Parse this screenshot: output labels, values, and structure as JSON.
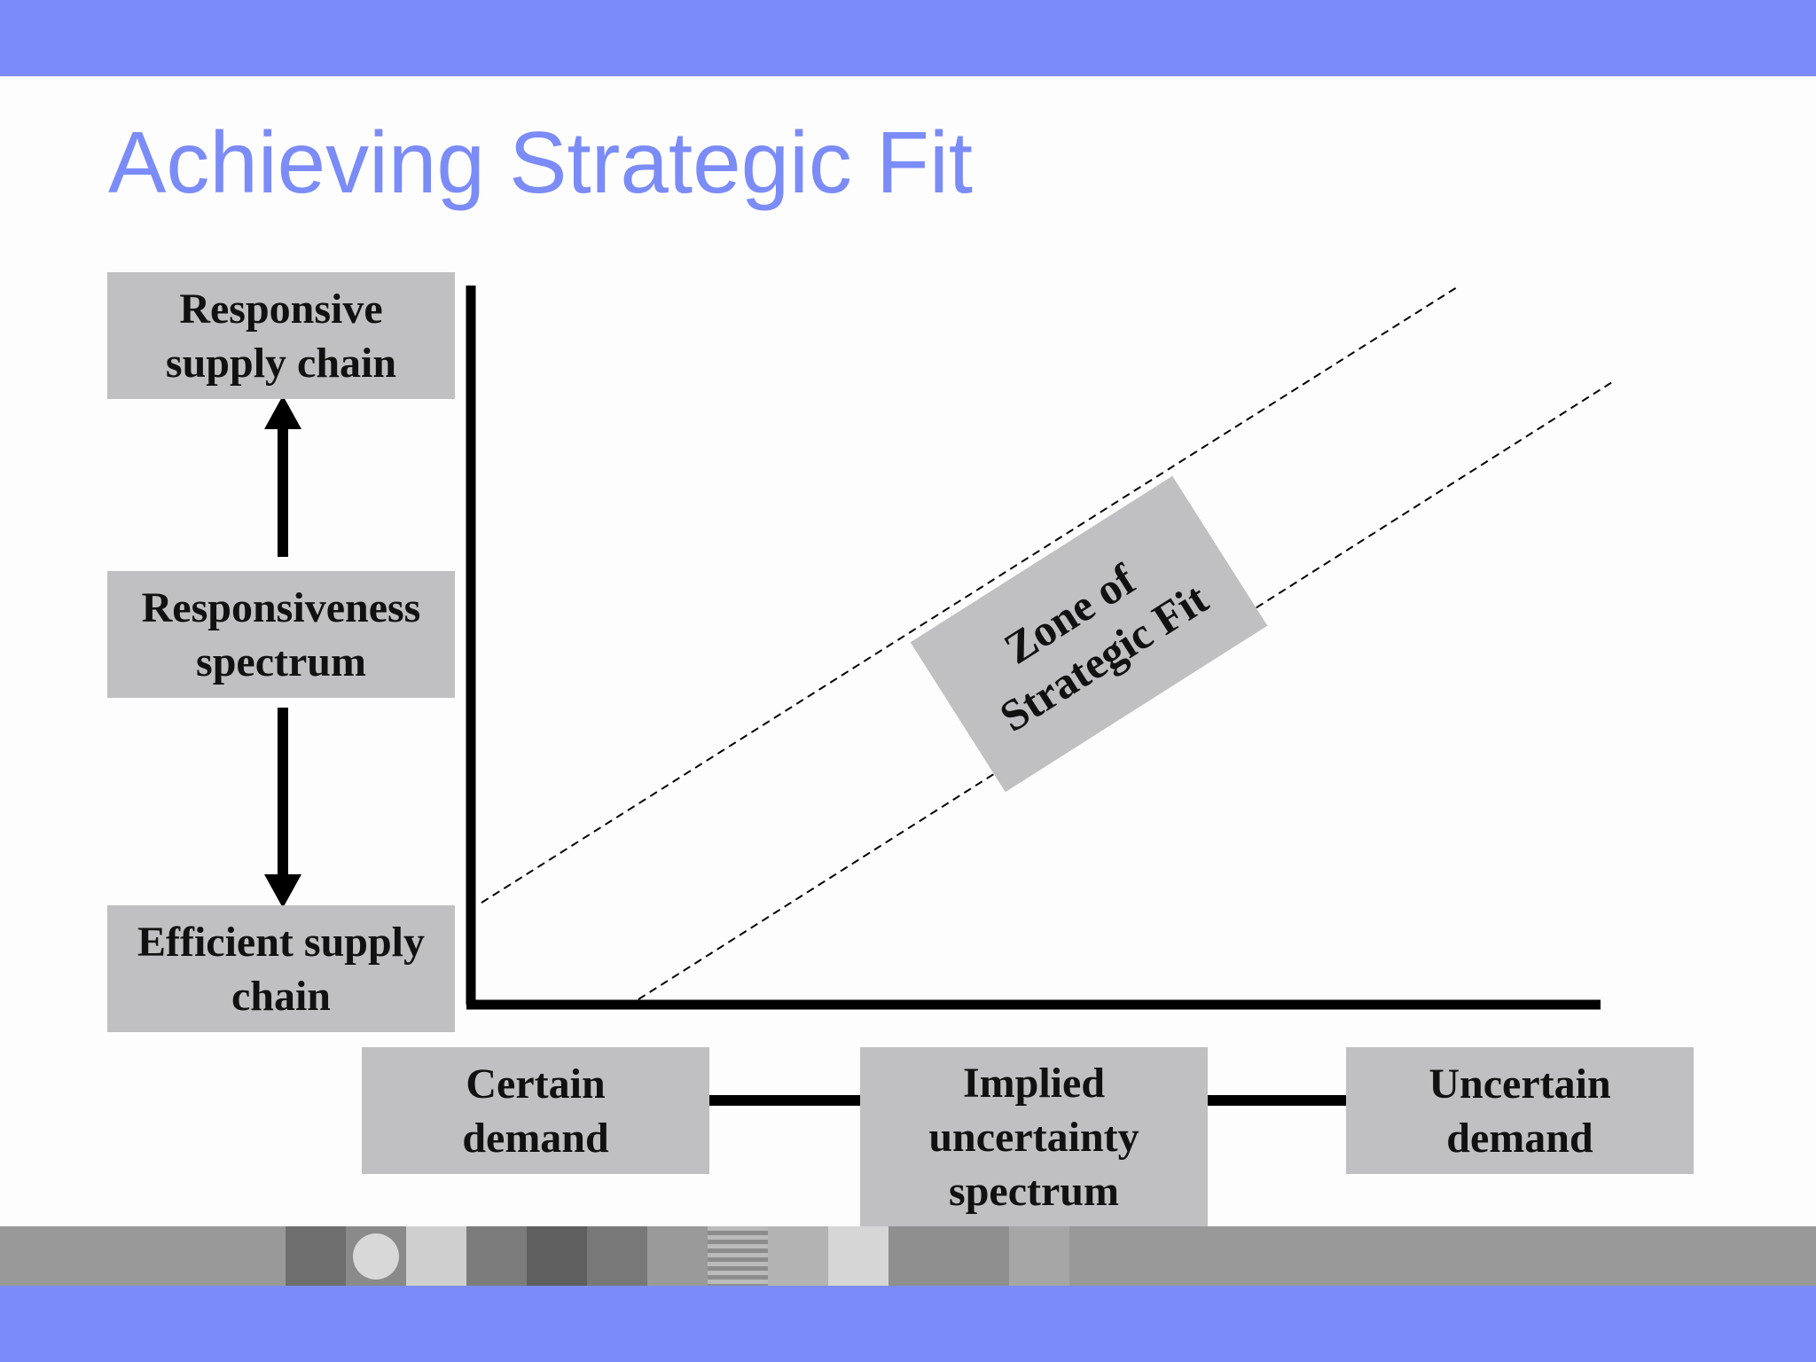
{
  "slide": {
    "title": "Achieving Strategic Fit"
  },
  "vertical_axis": {
    "top_label": "Responsive\nsupply chain",
    "middle_label": "Responsiveness\nspectrum",
    "bottom_label": "Efficient supply\nchain"
  },
  "horizontal_axis": {
    "left_label": "Certain\ndemand",
    "middle_label": "Implied\nuncertainty\nspectrum",
    "right_label": "Uncertain\ndemand"
  },
  "zone": {
    "label": "Zone of\nStrategic Fit"
  },
  "colors": {
    "accent": "#7b8cf8",
    "box_fill": "#c0bfc1",
    "ink": "#000000",
    "strip_gray": "#999999"
  }
}
